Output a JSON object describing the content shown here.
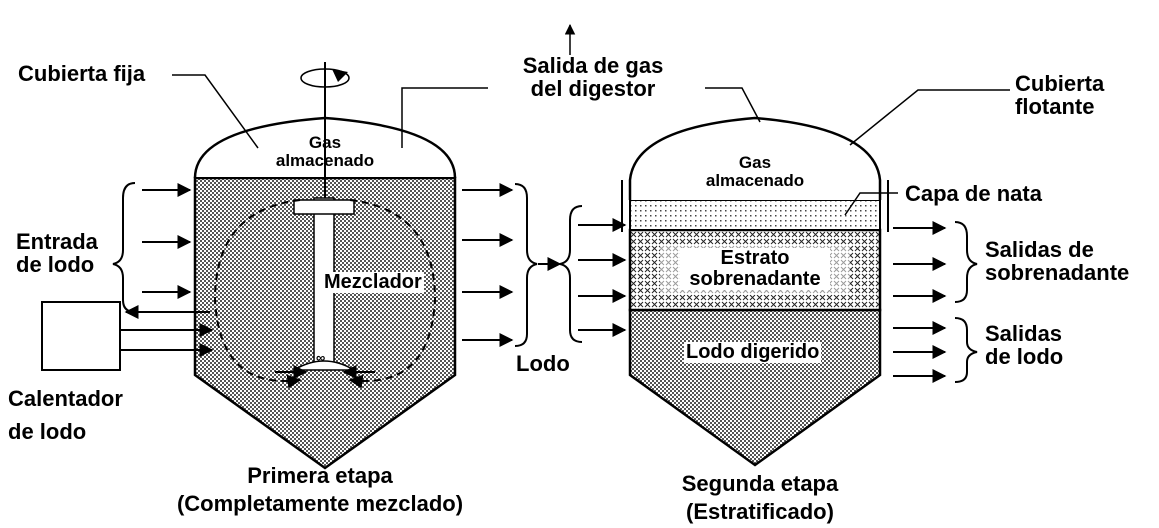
{
  "labels": {
    "cubierta_fija": "Cubierta fija",
    "salida_gas_1": "Salida de gas",
    "salida_gas_2": "del digestor",
    "cubierta_flotante_1": "Cubierta",
    "cubierta_flotante_2": "flotante",
    "gas_1a": "Gas",
    "gas_1b": "almacenado",
    "gas_2a": "Gas",
    "gas_2b": "almacenado",
    "capa_nata": "Capa de nata",
    "entrada_1": "Entrada",
    "entrada_2": "de lodo",
    "mezclador": "Mezclador",
    "estrato_1": "Estrato",
    "estrato_2": "sobrenadante",
    "salidas_sob_1": "Salidas de",
    "salidas_sob_2": "sobrenadante",
    "lodo": "Lodo",
    "lodo_digerido": "Lodo digerido",
    "salidas_lodo_1": "Salidas",
    "salidas_lodo_2": "de lodo",
    "calentador_1": "Calentador",
    "calentador_2": "de lodo",
    "primera_1": "Primera etapa",
    "primera_2": "(Completamente mezclado)",
    "segunda_1": "Segunda etapa",
    "segunda_2": "(Estratificado)"
  },
  "colors": {
    "ink": "#000000",
    "fill_dark": "#9a9a9a",
    "fill_light": "#d4d4d4",
    "background": "#ffffff"
  }
}
